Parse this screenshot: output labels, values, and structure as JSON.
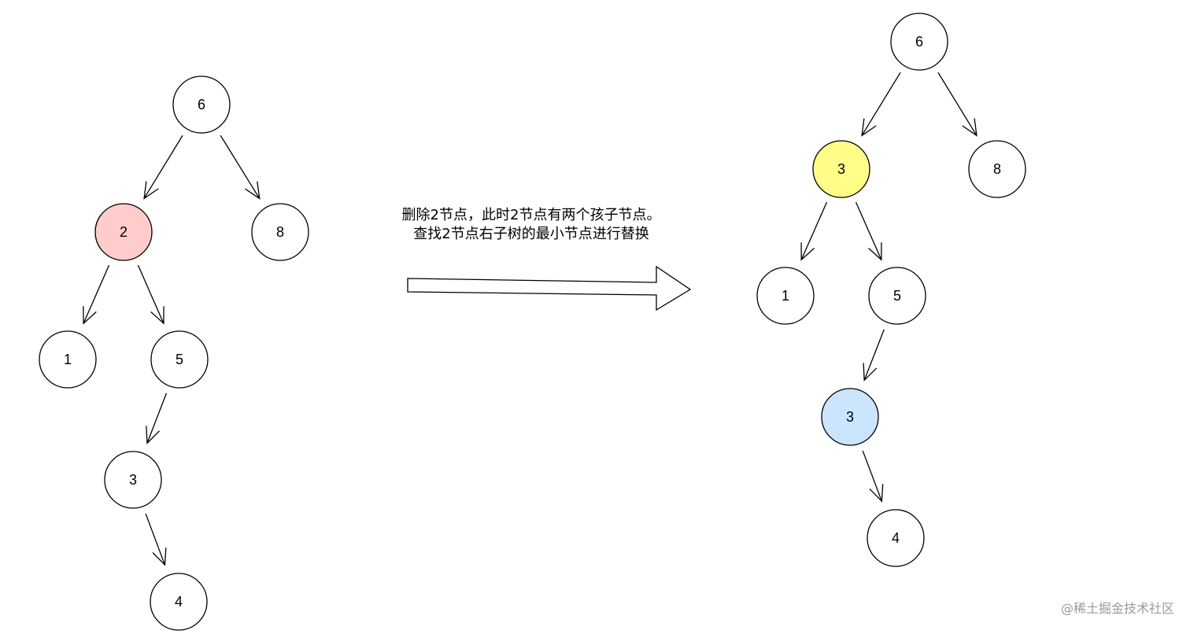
{
  "caption": {
    "line1": "删除2节点，此时2节点有两个孩子节点。",
    "line2": "查找2节点右子树的最小节点进行替换"
  },
  "watermark": "@稀土掘金技术社区",
  "colors": {
    "node_default": "#ffffff",
    "deleted_node": "#ffcccc",
    "replacement_new_position": "#ffff88",
    "replacement_original": "#cce5ff",
    "stroke": "#000000"
  },
  "trees": {
    "before": {
      "nodes": [
        {
          "id": "b6",
          "label": "6",
          "fill": "node_default"
        },
        {
          "id": "b2",
          "label": "2",
          "fill": "deleted_node"
        },
        {
          "id": "b8",
          "label": "8",
          "fill": "node_default"
        },
        {
          "id": "b1",
          "label": "1",
          "fill": "node_default"
        },
        {
          "id": "b5",
          "label": "5",
          "fill": "node_default"
        },
        {
          "id": "b3",
          "label": "3",
          "fill": "node_default"
        },
        {
          "id": "b4",
          "label": "4",
          "fill": "node_default"
        }
      ],
      "edges": [
        [
          "b6",
          "b2"
        ],
        [
          "b6",
          "b8"
        ],
        [
          "b2",
          "b1"
        ],
        [
          "b2",
          "b5"
        ],
        [
          "b5",
          "b3"
        ],
        [
          "b3",
          "b4"
        ]
      ]
    },
    "after": {
      "nodes": [
        {
          "id": "a6",
          "label": "6",
          "fill": "node_default"
        },
        {
          "id": "a3",
          "label": "3",
          "fill": "replacement_new_position"
        },
        {
          "id": "a8",
          "label": "8",
          "fill": "node_default"
        },
        {
          "id": "a1",
          "label": "1",
          "fill": "node_default"
        },
        {
          "id": "a5",
          "label": "5",
          "fill": "node_default"
        },
        {
          "id": "a3b",
          "label": "3",
          "fill": "replacement_original"
        },
        {
          "id": "a4",
          "label": "4",
          "fill": "node_default"
        }
      ],
      "edges": [
        [
          "a6",
          "a3"
        ],
        [
          "a6",
          "a8"
        ],
        [
          "a3",
          "a1"
        ],
        [
          "a3",
          "a5"
        ],
        [
          "a5",
          "a3b"
        ],
        [
          "a3b",
          "a4"
        ]
      ]
    }
  }
}
